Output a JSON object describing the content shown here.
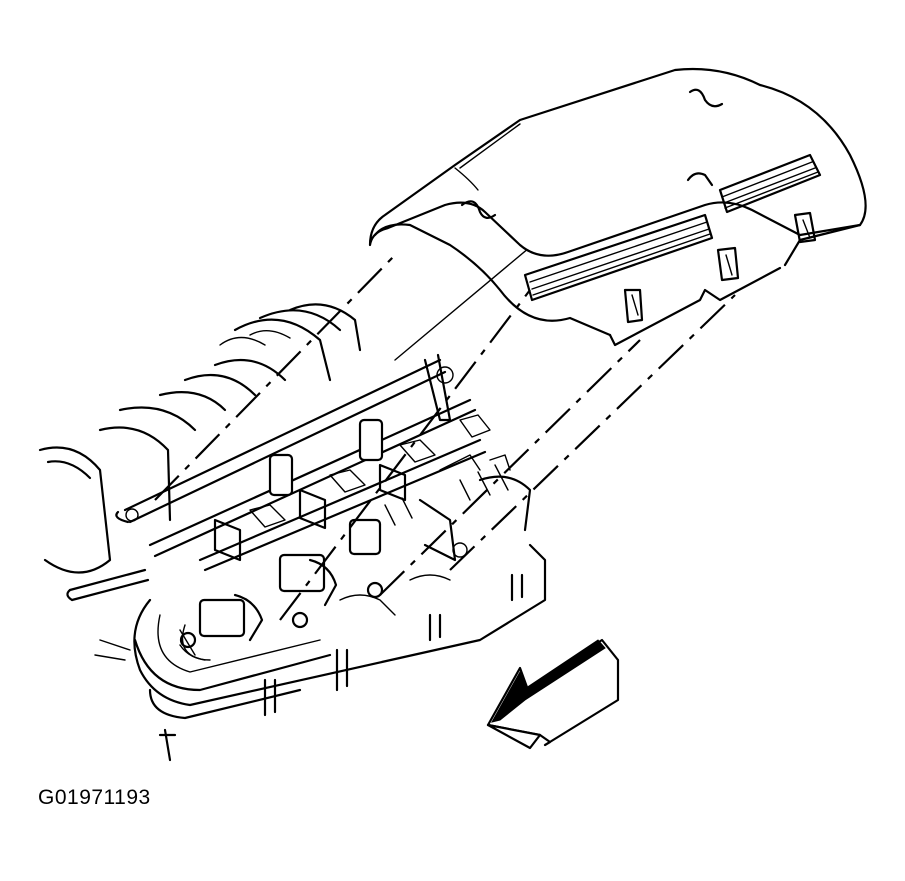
{
  "figure": {
    "code": "G01971193"
  },
  "colors": {
    "line": "#000000",
    "background": "#ffffff"
  },
  "parts": [
    {
      "name": "engine-cover",
      "icon": "engine-cover-shape"
    },
    {
      "name": "intake-manifold",
      "icon": "intake-manifold-shape"
    },
    {
      "name": "fuel-rail",
      "icon": "fuel-rail-shape"
    },
    {
      "name": "fuel-injectors",
      "icon": "injector-shape"
    },
    {
      "name": "front-direction-arrow",
      "icon": "arrow-icon"
    }
  ]
}
